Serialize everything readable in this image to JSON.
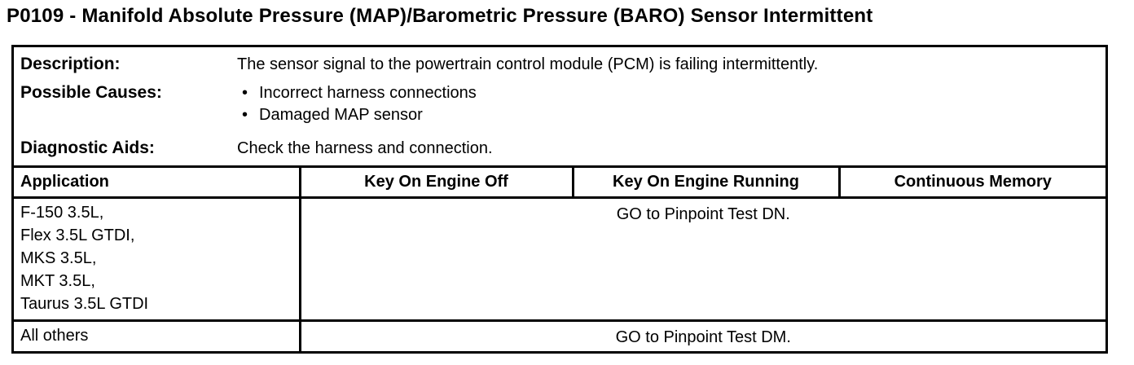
{
  "page_title": "P0109 - Manifold Absolute Pressure (MAP)/Barometric Pressure (BARO) Sensor Intermittent",
  "info": {
    "description": {
      "label": "Description:",
      "value": "The sensor signal to the powertrain control module (PCM) is failing intermittently."
    },
    "possible_causes": {
      "label": "Possible Causes:",
      "items": [
        "Incorrect harness connections",
        "Damaged MAP sensor"
      ]
    },
    "diagnostic_aids": {
      "label": "Diagnostic Aids:",
      "value": "Check the harness and connection."
    }
  },
  "application_table": {
    "headers": [
      "Application",
      "Key On Engine Off",
      "Key On Engine Running",
      "Continuous Memory"
    ],
    "rows": [
      {
        "application": [
          "F-150 3.5L,",
          "Flex 3.5L GTDI,",
          "MKS 3.5L,",
          "MKT 3.5L,",
          "Taurus 3.5L GTDI"
        ],
        "action": "GO to Pinpoint Test DN."
      },
      {
        "application": [
          "All others"
        ],
        "action": "GO to Pinpoint Test DM."
      }
    ]
  },
  "colors": {
    "text": "#000000",
    "border": "#000000",
    "background": "#ffffff"
  }
}
